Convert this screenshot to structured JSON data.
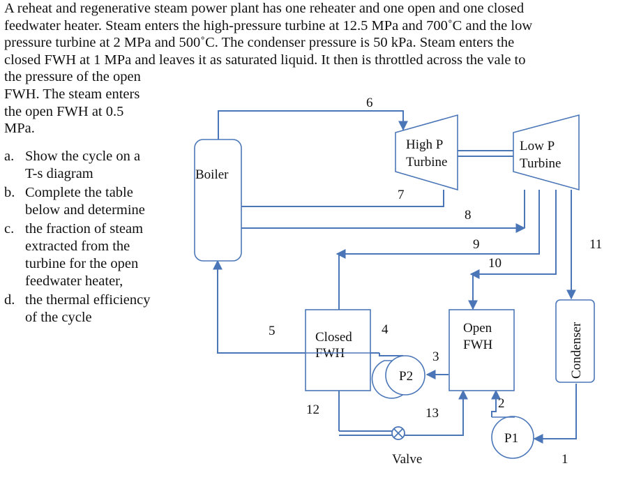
{
  "problem": {
    "lines": [
      "A reheat and regenerative steam power plant has one reheater and one open and one closed",
      "feedwater heater. Steam enters the high-pressure turbine at 12.5 MPa and 700˚C and the low",
      "pressure turbine at 2 MPa and 500˚C. The condenser pressure is 50 kPa. Steam enters the",
      "closed FWH at 1 MPa  and leaves it as saturated liquid.  It then is throttled across the vale to",
      "the pressure of the open",
      "FWH.  The steam enters",
      "the open FWH at 0.5",
      "MPa."
    ]
  },
  "questions": [
    {
      "letter": "a.",
      "lines": [
        "Show the cycle on a",
        "T-s diagram"
      ]
    },
    {
      "letter": "b.",
      "lines": [
        "Complete the table",
        "below and determine"
      ]
    },
    {
      "letter": "c.",
      "lines": [
        "the fraction of steam",
        "extracted from the",
        "turbine for the open",
        "feedwater heater,"
      ]
    },
    {
      "letter": "d.",
      "lines": [
        "the thermal efficiency",
        "of the cycle"
      ]
    }
  ],
  "diagram": {
    "boiler": "Boiler",
    "hp_turbine": [
      "High P",
      "Turbine"
    ],
    "lp_turbine": [
      "Low P",
      "Turbine"
    ],
    "closed_fwh": [
      "Closed",
      "FWH"
    ],
    "open_fwh": [
      "Open",
      "FWH"
    ],
    "condenser": "Condenser",
    "pump1": "P1",
    "pump2": "P2",
    "valve": "Valve",
    "states": {
      "s1": "1",
      "s2": "2",
      "s3": "3",
      "s4": "4",
      "s5": "5",
      "s6": "6",
      "s7": "7",
      "s8": "8",
      "s9": "9",
      "s10": "10",
      "s11": "11",
      "s12": "12",
      "s13": "13"
    },
    "line_color": "#4a76b8"
  }
}
